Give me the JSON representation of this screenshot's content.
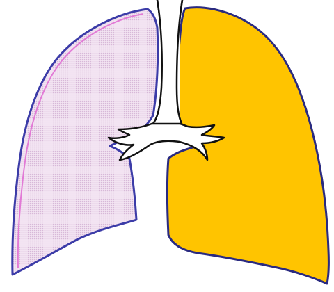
{
  "diagram": {
    "parts": [
      {
        "name": "left-lung",
        "fill": "#f3e4f2",
        "stipple": "#d7b8d8",
        "outline": "#3c3ca8",
        "inner_outline": "#e27ad6"
      },
      {
        "name": "right-lung",
        "fill": "#ffc400",
        "outline": "#2a2a80"
      },
      {
        "name": "trachea",
        "fill": "#ffffff",
        "outline": "#111111"
      },
      {
        "name": "bronchi",
        "fill": "#ffffff",
        "outline": "#111111"
      }
    ]
  }
}
